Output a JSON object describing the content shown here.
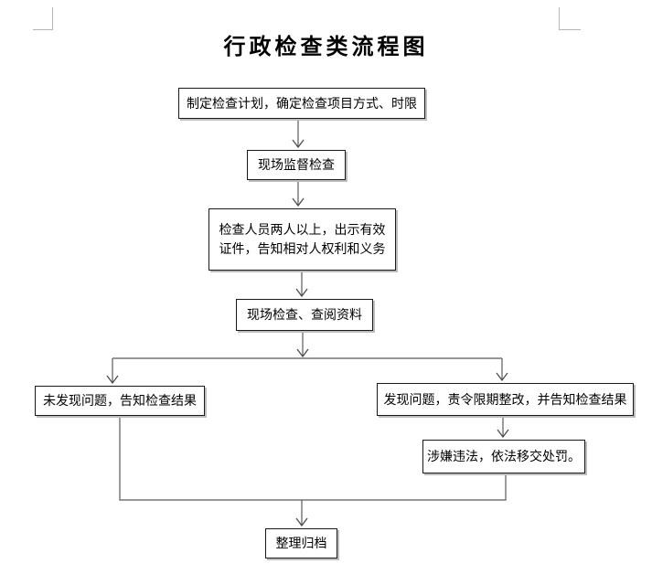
{
  "document": {
    "title": "行政检查类流程图"
  },
  "flowchart": {
    "nodes": {
      "plan": {
        "label": "制定检查计划，确定检查项目方式、时限"
      },
      "supervision": {
        "label": "现场监督检查"
      },
      "inspectors": {
        "label": "检查人员两人以上，出示有效证件，告知相对人权利和义务"
      },
      "onsite_review": {
        "label": "现场检查、查阅资料"
      },
      "no_problem": {
        "label": "未发现问题，告知检查结果"
      },
      "problem_found": {
        "label": "发现问题，责令限期整改，并告知检查结果"
      },
      "illegal_transfer": {
        "label": "涉嫌违法，依法移交处罚。"
      },
      "archive": {
        "label": "整理归档"
      }
    }
  }
}
